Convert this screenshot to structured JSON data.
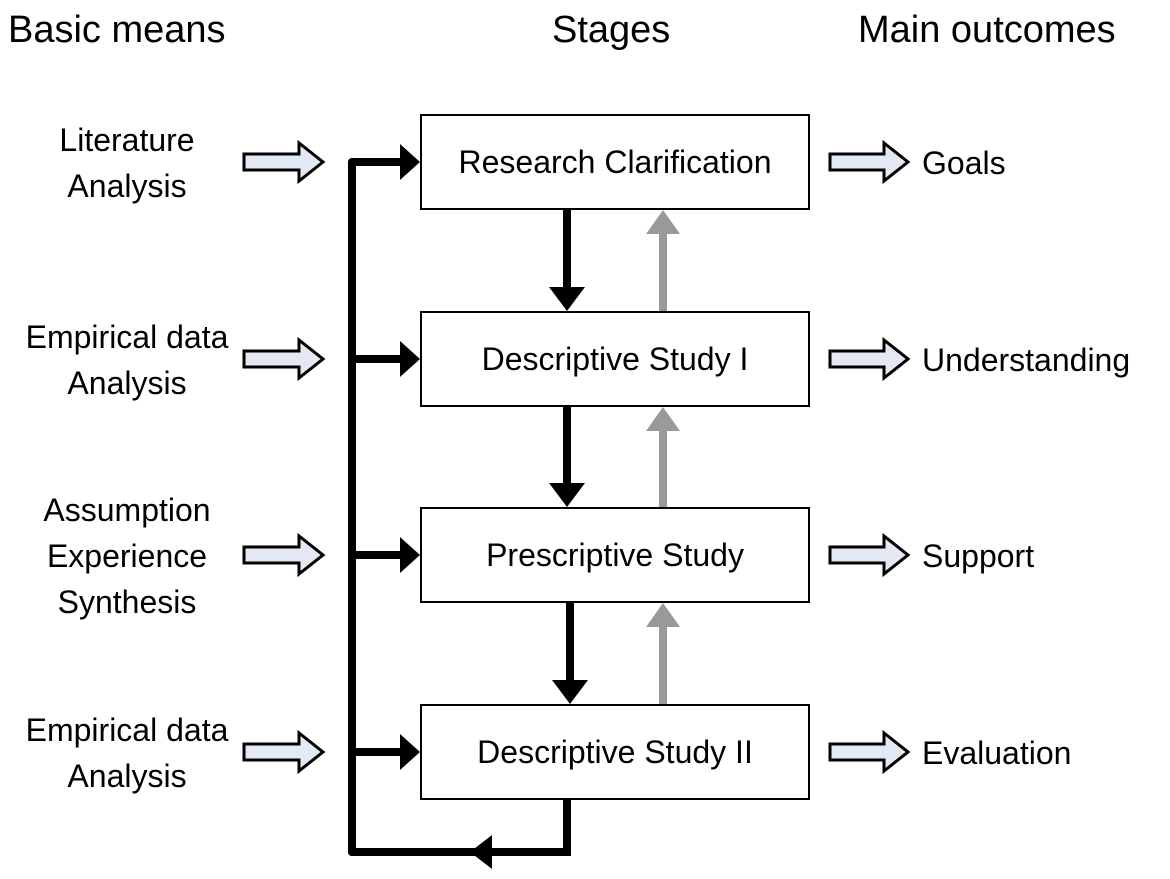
{
  "headers": {
    "basic_means": "Basic means",
    "stages": "Stages",
    "main_outcomes": "Main outcomes"
  },
  "rows": [
    {
      "means_lines": [
        "Literature",
        "Analysis"
      ],
      "stage": "Research Clarification",
      "outcome": "Goals"
    },
    {
      "means_lines": [
        "Empirical data",
        "Analysis"
      ],
      "stage": "Descriptive Study I",
      "outcome": "Understanding"
    },
    {
      "means_lines": [
        "Assumption",
        "Experience",
        "Synthesis"
      ],
      "stage": "Prescriptive Study",
      "outcome": "Support"
    },
    {
      "means_lines": [
        "Empirical data",
        "Analysis"
      ],
      "stage": "Descriptive Study II",
      "outcome": "Evaluation"
    }
  ],
  "colors": {
    "line": "#000000",
    "feedback_arrow": "#999999",
    "hollow_arrow_fill": "#e2e9f3",
    "box_border": "#000000"
  }
}
